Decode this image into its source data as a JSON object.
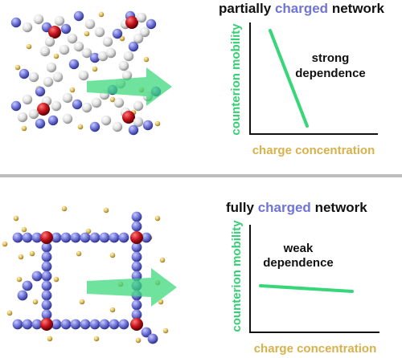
{
  "colors": {
    "white_bead": "#e4e4e4",
    "charged_bead": "#6f74d6",
    "crosslink": "#c4121a",
    "counterion": "#e1c060",
    "arrow": "#37d779",
    "curve": "#37d779",
    "ylabel": "#34cf74",
    "xlabel": "#d9b14b",
    "highlight": "#6f74d6",
    "divider": "#bdbdbd"
  },
  "top": {
    "title_pre": "partially",
    "title_highlight": "charged",
    "title_post": "network",
    "annotation_line1": "strong",
    "annotation_line2": "dependence",
    "ylabel": "counterion mobility",
    "xlabel": "charge concentration"
  },
  "bottom": {
    "title_pre": "fully",
    "title_highlight": "charged",
    "title_post": "network",
    "annotation_line1": "weak",
    "annotation_line2": "dependence",
    "ylabel": "counterion mobility",
    "xlabel": "charge concentration"
  }
}
